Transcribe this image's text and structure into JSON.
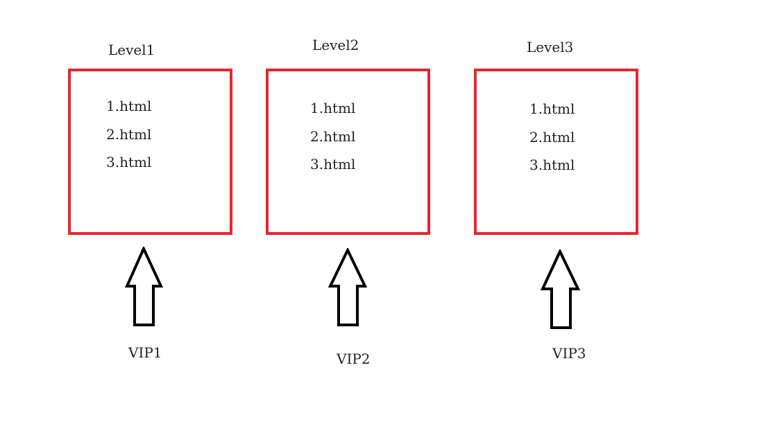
{
  "diagram": {
    "box_color": "#e8262c",
    "arrow_color": "#000000",
    "columns": [
      {
        "level": "Level1",
        "files": [
          "1.html",
          "2.html",
          "3.html"
        ],
        "vip": "VIP1"
      },
      {
        "level": "Level2",
        "files": [
          "1.html",
          "2.html",
          "3.html"
        ],
        "vip": "VIP2"
      },
      {
        "level": "Level3",
        "files": [
          "1.html",
          "2.html",
          "3.html"
        ],
        "vip": "VIP3"
      }
    ]
  }
}
